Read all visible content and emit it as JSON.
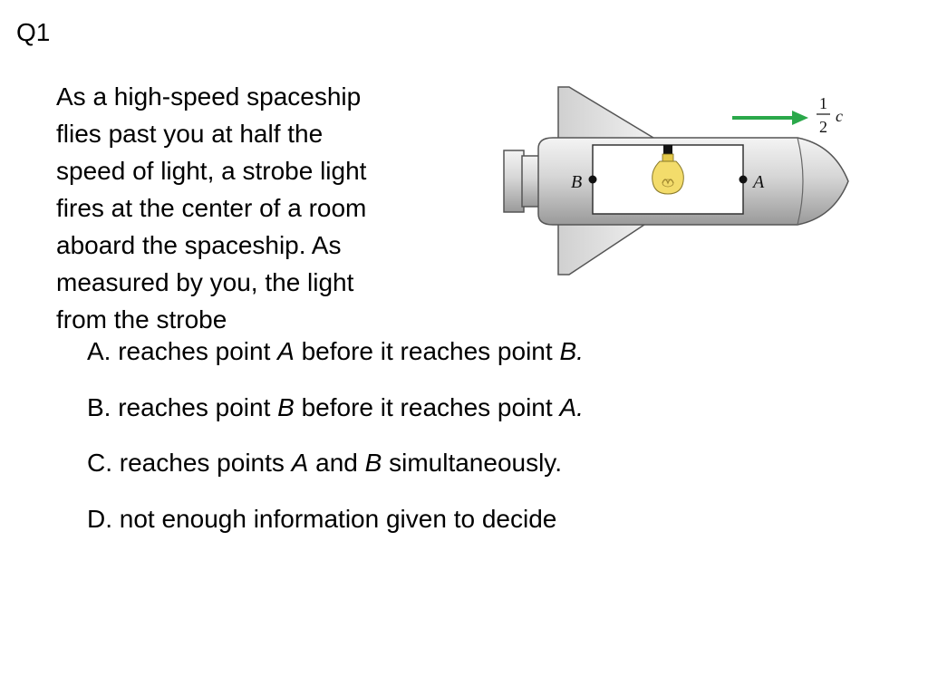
{
  "slide": {
    "number": "Q1"
  },
  "question": {
    "lines": [
      "As a high-speed spaceship",
      "flies past you at half the",
      "speed of light, a strobe light",
      "fires at the center of a room",
      "aboard the spaceship. As",
      "measured by you, the light",
      "from the strobe"
    ]
  },
  "figure": {
    "label_b": "B",
    "label_a": "A",
    "speed_numerator": "1",
    "speed_denominator": "2",
    "speed_symbol": "c",
    "colors": {
      "hull": "#d9d9d9",
      "outline": "#333333",
      "room": "#ffffff",
      "bulb": "#f3dc6b",
      "arrow": "#2aa84a"
    }
  },
  "options": {
    "a": {
      "prefix": "A. reaches point ",
      "first": "A",
      "middle": " before it reaches point ",
      "second": "B."
    },
    "b": {
      "prefix": "B. reaches point ",
      "first": "B",
      "middle": " before it reaches point ",
      "second": "A."
    },
    "c": {
      "prefix": "C. reaches points ",
      "first": "A",
      "middle": " and ",
      "second": "B",
      "suffix": " simultaneously."
    },
    "d": {
      "text": "D. not enough information given to decide"
    }
  }
}
